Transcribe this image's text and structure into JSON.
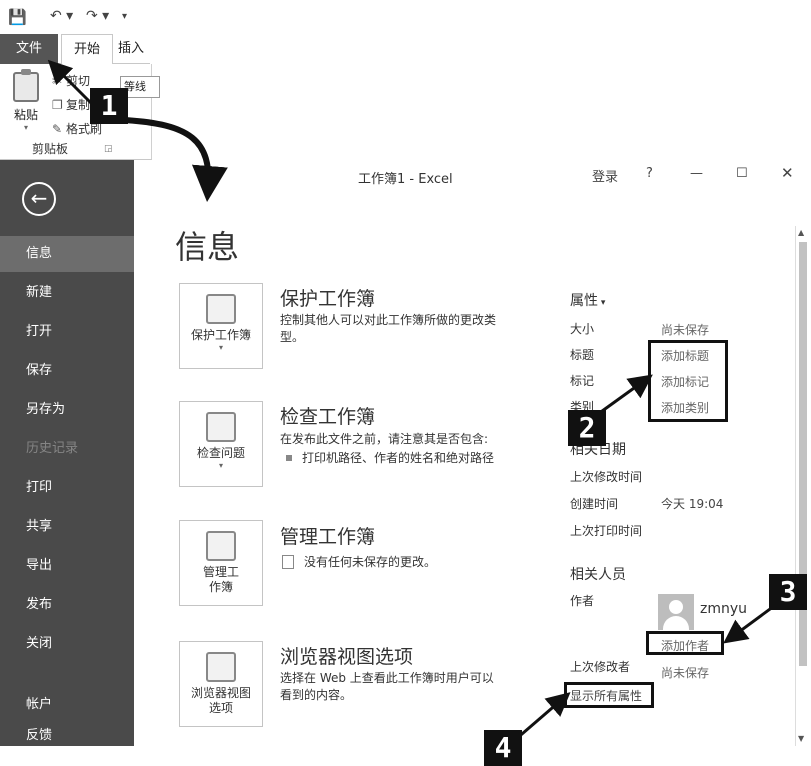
{
  "quick_access": {
    "save_icon": "save-icon",
    "undo": "↶ ▾",
    "redo": "↷ ▾",
    "customize": "▾"
  },
  "ribbon": {
    "tabs": {
      "file": "文件",
      "home": "开始",
      "insert": "插入"
    },
    "paste": "粘贴",
    "cut": "剪切",
    "copy": "复制",
    "format_painter": "格式刷",
    "font_name": "等线",
    "group_label": "剪贴板"
  },
  "window": {
    "title": "工作簿1  -  Excel",
    "login": "登录",
    "help": "?"
  },
  "sidebar": {
    "back_icon": "back-arrow-icon",
    "items": [
      {
        "label": "信息",
        "state": "active"
      },
      {
        "label": "新建"
      },
      {
        "label": "打开"
      },
      {
        "label": "保存"
      },
      {
        "label": "另存为"
      },
      {
        "label": "历史记录",
        "state": "disabled"
      },
      {
        "label": "打印"
      },
      {
        "label": "共享"
      },
      {
        "label": "导出"
      },
      {
        "label": "发布"
      },
      {
        "label": "关闭"
      },
      {
        "label": "帐户"
      },
      {
        "label": "反馈"
      }
    ]
  },
  "main": {
    "heading": "信息",
    "cards": [
      {
        "button": "保护工作簿",
        "title": "保护工作簿",
        "desc": "控制其他人可以对此工作簿所做的更改类型。",
        "icon": "lock-icon"
      },
      {
        "button": "检查问题",
        "title": "检查工作簿",
        "desc": "在发布此文件之前，请注意其是否包含:",
        "bullet": "打印机路径、作者的姓名和绝对路径",
        "icon": "inspect-icon"
      },
      {
        "button": "管理工作簿",
        "button_l1": "管理工",
        "button_l2": "作簿",
        "title": "管理工作簿",
        "desc": "没有任何未保存的更改。",
        "icon": "manage-icon"
      },
      {
        "button": "浏览器视图选项",
        "button_l1": "浏览器视图",
        "button_l2": "选项",
        "title": "浏览器视图选项",
        "desc": "选择在 Web 上查看此工作簿时用户可以看到的内容。",
        "icon": "browser-view-icon"
      }
    ]
  },
  "properties": {
    "heading": "属性",
    "size_label": "大小",
    "size_value": "尚未保存",
    "title_label": "标题",
    "title_value": "添加标题",
    "tags_label": "标记",
    "tags_value": "添加标记",
    "category_label": "类别",
    "category_value": "添加类别",
    "dates_heading": "相关日期",
    "modified_label": "上次修改时间",
    "created_label": "创建时间",
    "created_value": "今天 19:04",
    "printed_label": "上次打印时间",
    "people_heading": "相关人员",
    "author_label": "作者",
    "author_name": "zmnyu",
    "add_author": "添加作者",
    "last_modified_by_label": "上次修改者",
    "last_modified_by_value": "尚未保存",
    "show_all": "显示所有属性"
  },
  "steps": [
    "1",
    "2",
    "3",
    "4"
  ]
}
